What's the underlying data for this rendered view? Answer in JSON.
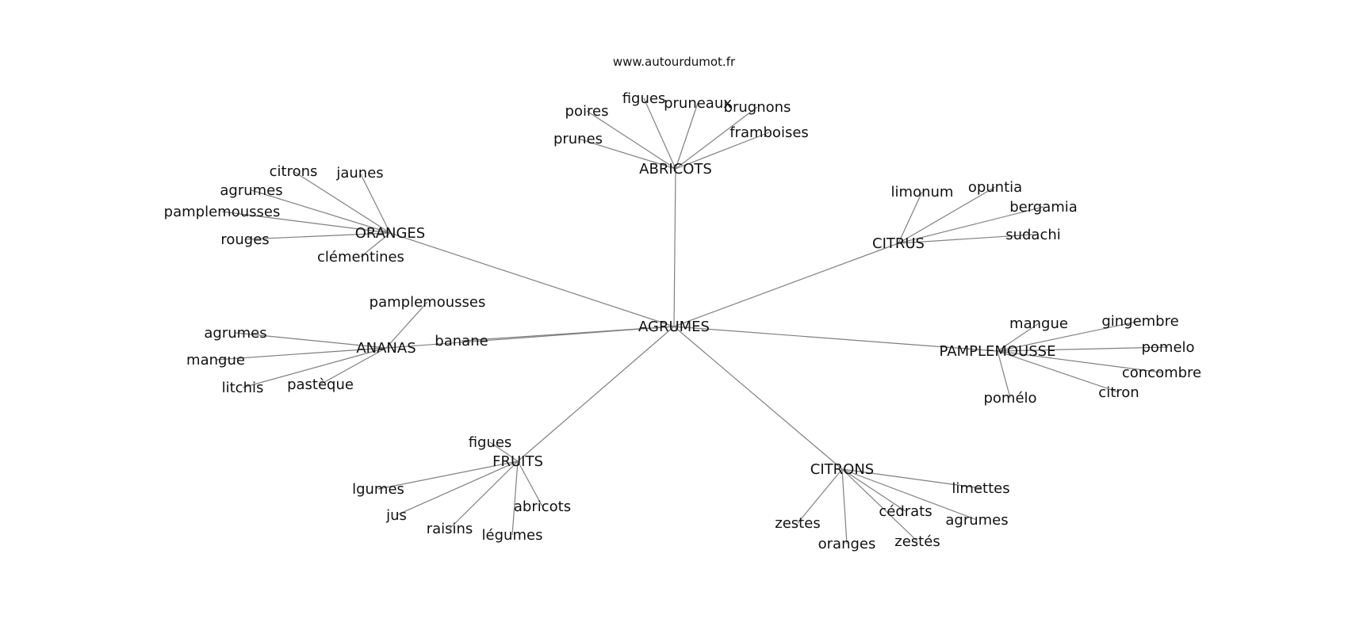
{
  "header": {
    "source": "www.autourdumot.fr"
  },
  "graph": {
    "root": "AGRUMES",
    "clusters": [
      {
        "label": "ABRICOTS",
        "leaves": [
          "prunes",
          "poires",
          "figues",
          "pruneaux",
          "brugnons",
          "framboises"
        ]
      },
      {
        "label": "ORANGES",
        "leaves": [
          "citrons",
          "jaunes",
          "agrumes",
          "pamplemousses",
          "rouges",
          "clémentines"
        ]
      },
      {
        "label": "CITRUS",
        "leaves": [
          "limonum",
          "opuntia",
          "bergamia",
          "sudachi"
        ]
      },
      {
        "label": "ANANAS",
        "leaves": [
          "pamplemousses",
          "agrumes",
          "mangue",
          "litchis",
          "pastèque"
        ]
      },
      {
        "label": "banane",
        "leaves": []
      },
      {
        "label": "PAMPLEMOUSSE",
        "leaves": [
          "mangue",
          "gingembre",
          "pomelo",
          "concombre",
          "citron",
          "pomélo"
        ]
      },
      {
        "label": "FRUITS",
        "leaves": [
          "figues",
          "lgumes",
          "jus",
          "raisins",
          "légumes",
          "abricots"
        ]
      },
      {
        "label": "CITRONS",
        "leaves": [
          "limettes",
          "cédrats",
          "agrumes",
          "zestés",
          "oranges",
          "zestes"
        ]
      }
    ]
  }
}
